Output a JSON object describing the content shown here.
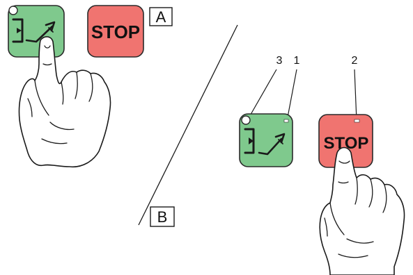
{
  "panels": {
    "a": {
      "label": "A"
    },
    "b": {
      "label": "B"
    }
  },
  "stop_button": {
    "label": "STOP",
    "color": "#f07470"
  },
  "enter_button": {
    "icon": "enter-sign-icon",
    "color": "#7fc98d"
  },
  "callouts": [
    {
      "number": "3",
      "target": "indicator-led"
    },
    {
      "number": "1",
      "target": "green-button-light"
    },
    {
      "number": "2",
      "target": "stop-button-light"
    }
  ],
  "colors": {
    "green": "#7fc98d",
    "red": "#f07470",
    "outline": "#2a2a2a"
  }
}
